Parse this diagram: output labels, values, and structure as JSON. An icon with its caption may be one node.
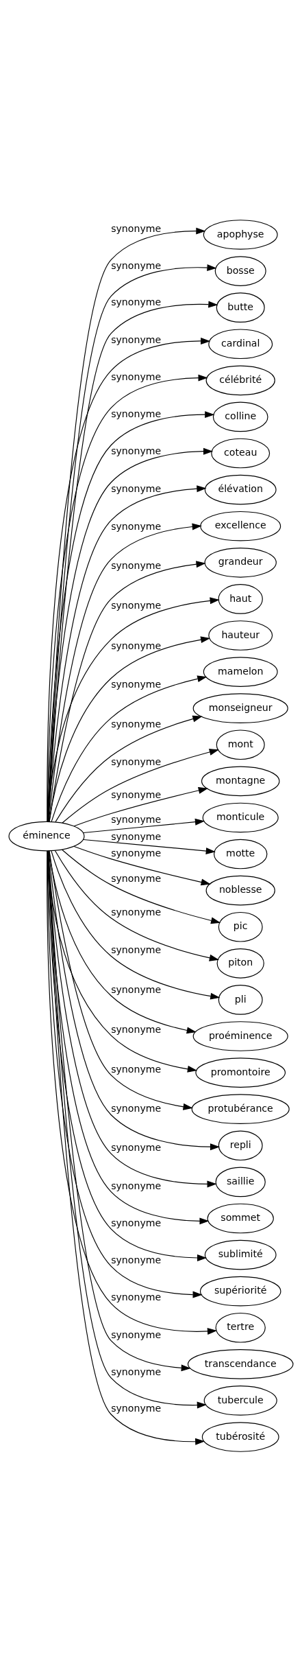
{
  "diagram": {
    "nodes": [
      {
        "text": [
          "éminence"
        ]
      },
      {
        "text": [
          "apophyse"
        ]
      },
      {
        "text": [
          "bosse"
        ]
      },
      {
        "text": [
          "butte"
        ]
      },
      {
        "text": [
          "cardinal"
        ]
      },
      {
        "text": [
          "célébrité"
        ]
      },
      {
        "text": [
          "colline"
        ]
      },
      {
        "text": [
          "coteau"
        ]
      },
      {
        "text": [
          "élévation"
        ]
      },
      {
        "text": [
          "excellence"
        ]
      },
      {
        "text": [
          "grandeur"
        ]
      },
      {
        "text": [
          "haut"
        ]
      },
      {
        "text": [
          "hauteur"
        ]
      },
      {
        "text": [
          "mamelon"
        ]
      },
      {
        "text": [
          "monseigneur"
        ]
      },
      {
        "text": [
          "mont"
        ]
      },
      {
        "text": [
          "montagne"
        ]
      },
      {
        "text": [
          "monticule"
        ]
      },
      {
        "text": [
          "motte"
        ]
      },
      {
        "text": [
          "noblesse"
        ]
      },
      {
        "text": [
          "pic"
        ]
      },
      {
        "text": [
          "piton"
        ]
      },
      {
        "text": [
          "pli"
        ]
      },
      {
        "text": [
          "proéminence"
        ]
      },
      {
        "text": [
          "promontoire"
        ]
      },
      {
        "text": [
          "protubérance"
        ]
      },
      {
        "text": [
          "repli"
        ]
      },
      {
        "text": [
          "saillie"
        ]
      },
      {
        "text": [
          "sommet"
        ]
      },
      {
        "text": [
          "sublimité"
        ]
      },
      {
        "text": [
          "supériorité"
        ]
      },
      {
        "text": [
          "tertre"
        ]
      },
      {
        "text": [
          "transcendance"
        ]
      },
      {
        "text": [
          "tubercule"
        ]
      },
      {
        "text": [
          "tubérosité"
        ]
      }
    ],
    "edges": [
      {
        "from": 0,
        "to": 1,
        "arrow": "to",
        "label": "synonyme"
      },
      {
        "from": 0,
        "to": 2,
        "arrow": "to",
        "label": "synonyme"
      },
      {
        "from": 0,
        "to": 3,
        "arrow": "to",
        "label": "synonyme"
      },
      {
        "from": 0,
        "to": 4,
        "arrow": "to",
        "label": "synonyme"
      },
      {
        "from": 0,
        "to": 5,
        "arrow": "to",
        "label": "synonyme"
      },
      {
        "from": 0,
        "to": 6,
        "arrow": "to",
        "label": "synonyme"
      },
      {
        "from": 0,
        "to": 7,
        "arrow": "to",
        "label": "synonyme"
      },
      {
        "from": 0,
        "to": 8,
        "arrow": "to",
        "label": "synonyme"
      },
      {
        "from": 0,
        "to": 9,
        "arrow": "to",
        "label": "synonyme"
      },
      {
        "from": 0,
        "to": 10,
        "arrow": "to",
        "label": "synonyme"
      },
      {
        "from": 0,
        "to": 11,
        "arrow": "to",
        "label": "synonyme"
      },
      {
        "from": 0,
        "to": 12,
        "arrow": "to",
        "label": "synonyme"
      },
      {
        "from": 0,
        "to": 13,
        "arrow": "to",
        "label": "synonyme"
      },
      {
        "from": 0,
        "to": 14,
        "arrow": "to",
        "label": "synonyme"
      },
      {
        "from": 0,
        "to": 15,
        "arrow": "to",
        "label": "synonyme"
      },
      {
        "from": 0,
        "to": 16,
        "arrow": "to",
        "label": "synonyme"
      },
      {
        "from": 0,
        "to": 17,
        "arrow": "to",
        "label": "synonyme"
      },
      {
        "from": 0,
        "to": 18,
        "arrow": "to",
        "label": "synonyme"
      },
      {
        "from": 0,
        "to": 19,
        "arrow": "to",
        "label": "synonyme"
      },
      {
        "from": 0,
        "to": 20,
        "arrow": "to",
        "label": "synonyme"
      },
      {
        "from": 0,
        "to": 21,
        "arrow": "to",
        "label": "synonyme"
      },
      {
        "from": 0,
        "to": 22,
        "arrow": "to",
        "label": "synonyme"
      },
      {
        "from": 0,
        "to": 23,
        "arrow": "to",
        "label": "synonyme"
      },
      {
        "from": 0,
        "to": 24,
        "arrow": "to",
        "label": "synonyme"
      },
      {
        "from": 0,
        "to": 25,
        "arrow": "to",
        "label": "synonyme"
      },
      {
        "from": 0,
        "to": 26,
        "arrow": "to",
        "label": "synonyme"
      },
      {
        "from": 0,
        "to": 27,
        "arrow": "to",
        "label": "synonyme"
      },
      {
        "from": 0,
        "to": 28,
        "arrow": "to",
        "label": "synonyme"
      },
      {
        "from": 0,
        "to": 29,
        "arrow": "to",
        "label": "synonyme"
      },
      {
        "from": 0,
        "to": 30,
        "arrow": "to",
        "label": "synonyme"
      },
      {
        "from": 0,
        "to": 31,
        "arrow": "to",
        "label": "synonyme"
      },
      {
        "from": 0,
        "to": 32,
        "arrow": "to",
        "label": "synonyme"
      },
      {
        "from": 0,
        "to": 33,
        "arrow": "to",
        "label": "synonyme"
      },
      {
        "from": 0,
        "to": 34,
        "arrow": "to",
        "label": "synonyme"
      }
    ]
  }
}
